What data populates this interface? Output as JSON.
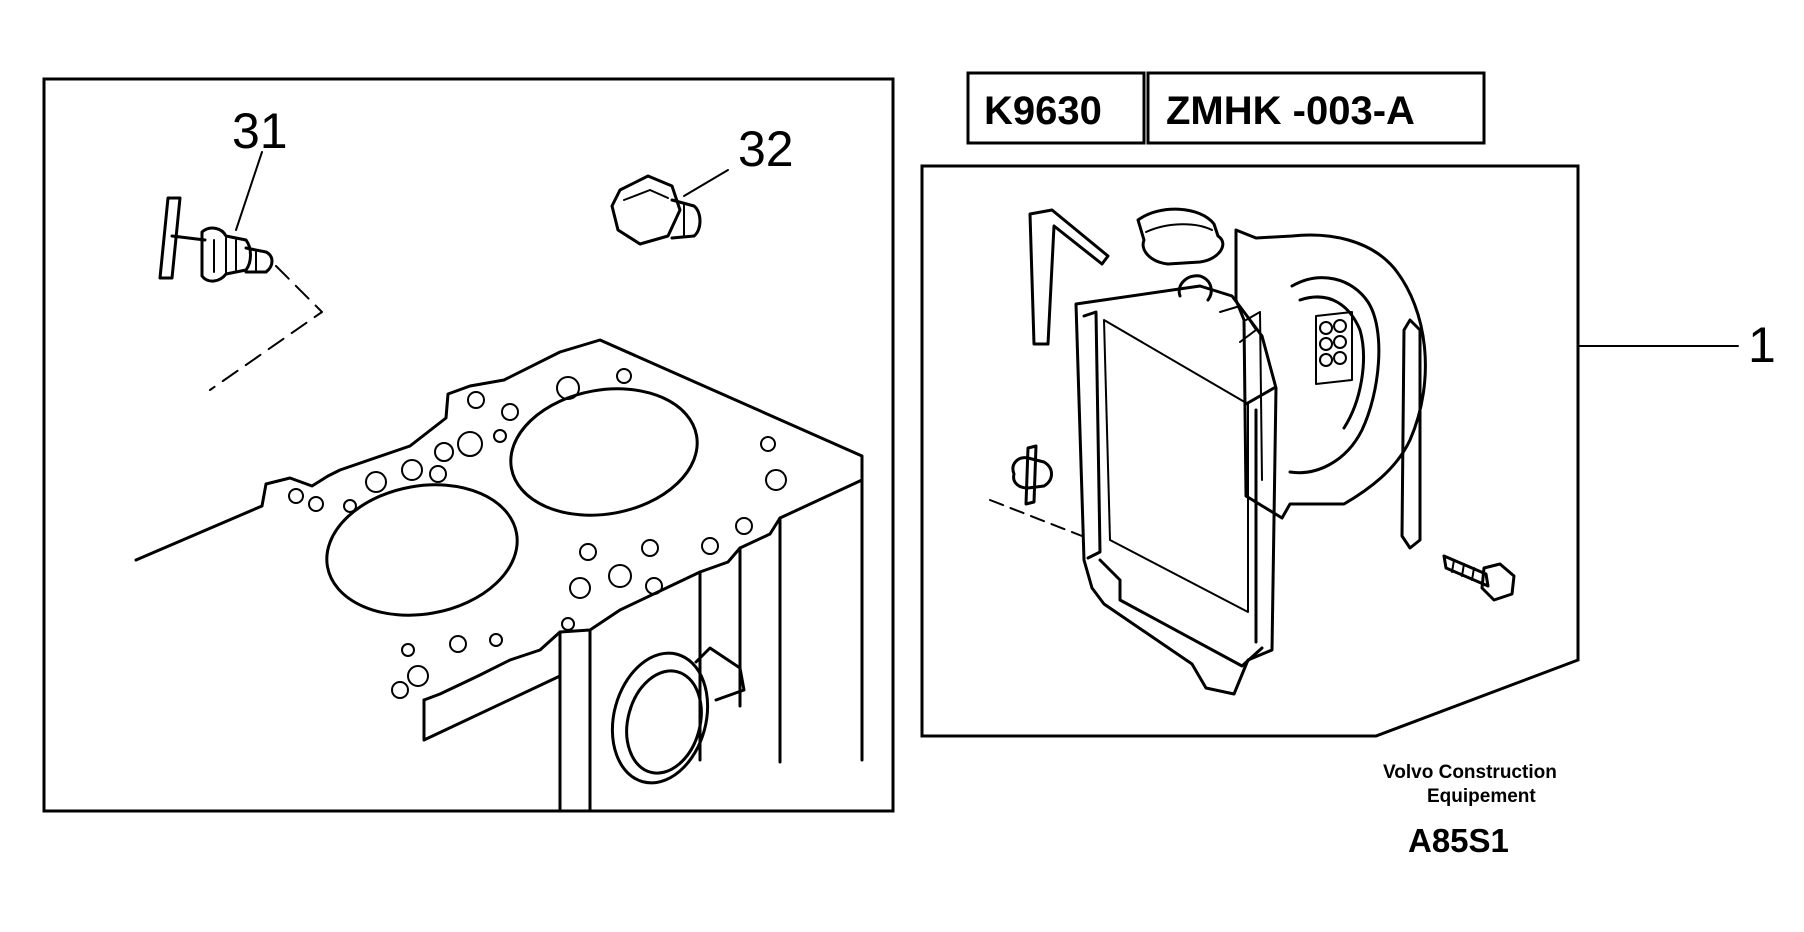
{
  "left_panel": {
    "callouts": [
      {
        "id": "31",
        "label": "31"
      },
      {
        "id": "32",
        "label": "32"
      }
    ]
  },
  "right_panel": {
    "reference_boxes": [
      "K9630",
      "ZMHK -003-A"
    ],
    "callouts": [
      {
        "id": "1",
        "label": "1"
      }
    ]
  },
  "footer": {
    "brand_line1": "Volvo Construction",
    "brand_line2": "Equipement",
    "figure_code": "A85S1"
  },
  "colors": {
    "ink": "#000000",
    "paper": "#ffffff"
  }
}
